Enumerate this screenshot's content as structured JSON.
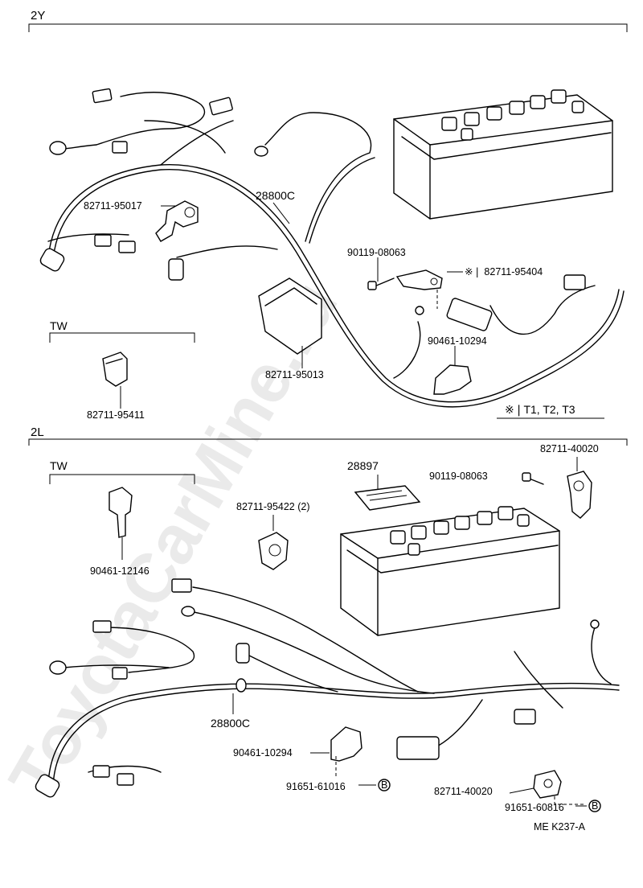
{
  "sections": {
    "top": {
      "title": "2Y",
      "tw_label": "TW",
      "parts": {
        "p1": "82711-95017",
        "p2": "28800C",
        "p3": "90119-08063",
        "p4": "※❘ 82711-95404",
        "p5": "90461-10294",
        "p6": "82711-95013",
        "p7": "82711-95411"
      },
      "note": "※❘T1, T2, T3"
    },
    "bottom": {
      "title": "2L",
      "tw_label": "TW",
      "parts": {
        "q1": "28897",
        "q2": "82711-40020",
        "q3": "90119-08063",
        "q4": "82711-95422 (2)",
        "q5": "90461-12146",
        "q6": "28800C",
        "q7": "90461-10294",
        "q8": "91651-61016",
        "q9": "82711-40020",
        "q10": "91651-60816"
      },
      "ref_mark": "B"
    }
  },
  "footer": {
    "code": "ME  K237-A"
  },
  "watermark": "ToyotaCarMine.ru"
}
